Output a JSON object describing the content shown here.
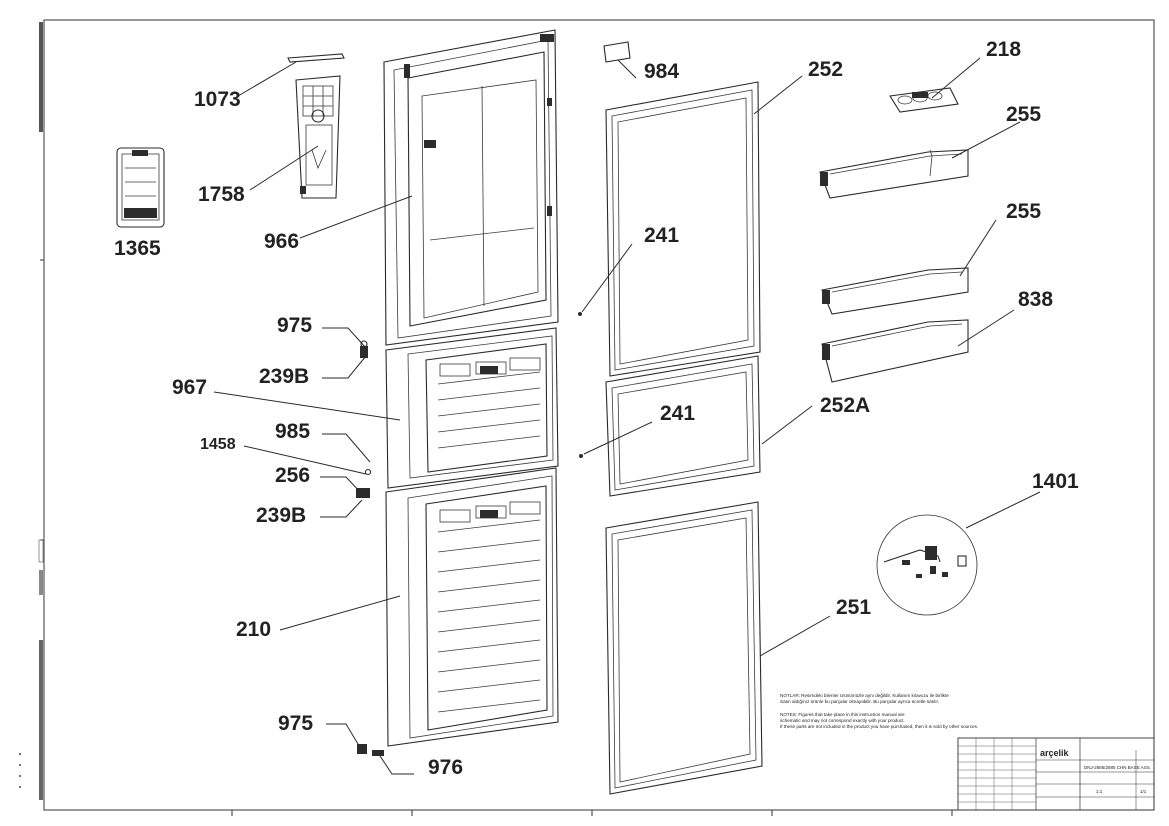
{
  "labels": {
    "p1073": "1073",
    "p1758": "1758",
    "p1365": "1365",
    "p966": "966",
    "p975a": "975",
    "p239b_a": "239B",
    "p967": "967",
    "p1458": "1458",
    "p985": "985",
    "p256": "256",
    "p239b_b": "239B",
    "p210": "210",
    "p975b": "975",
    "p976": "976",
    "p984": "984",
    "p252": "252",
    "p241a": "241",
    "p241b": "241",
    "p252a": "252A",
    "p251": "251",
    "p218": "218",
    "p255a": "255",
    "p255b": "255",
    "p838": "838",
    "p1401": "1401"
  },
  "notes": {
    "line1": "NOTLAR: Resimdeki bilenler ürünümüzle aynı değildir. Kullanım kılavuzu ile birlikte",
    "line2": "Satın aldığınız ürünle bu parçalar olmayabilir. Bu parçalar ayrıca ücretle satılır.",
    "line3": "NOTES: Figures that take place in this instruction manual are",
    "line4": "schematic and may not correspond exactly with your product.",
    "line5": "If these parts are not included in the product you have purchased, then it is sold by other sources."
  },
  "title_block": {
    "brand": "arçelik",
    "code": "DNJ-2885/2885 CHN BASE ASS.",
    "sheet": "1/1",
    "scale": "1:1"
  },
  "icons": {
    "drawing": "exploded-fridge-door-diagram"
  },
  "colors": {
    "line": "#2a2a2a",
    "paper": "#ffffff"
  }
}
